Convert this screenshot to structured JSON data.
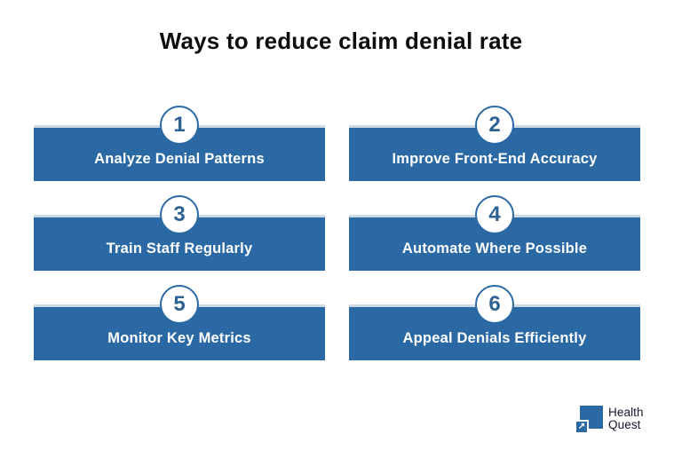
{
  "title": "Ways to reduce claim denial rate",
  "steps": [
    {
      "number": "1",
      "label": "Analyze Denial Patterns"
    },
    {
      "number": "2",
      "label": "Improve Front-End Accuracy"
    },
    {
      "number": "3",
      "label": "Train Staff Regularly"
    },
    {
      "number": "4",
      "label": "Automate Where Possible"
    },
    {
      "number": "5",
      "label": "Monitor Key Metrics"
    },
    {
      "number": "6",
      "label": "Appeal Denials Efficiently"
    }
  ],
  "logo": {
    "name_line1": "Health",
    "name_line2": "Quest",
    "arrow_glyph": "↗"
  },
  "colors": {
    "bar_blue": "#2a69a4",
    "bar_top_line": "#ccd9e6",
    "number_blue": "#2e6293",
    "label_text": "#ffffff",
    "title_text": "#0e0e12",
    "logo_text": "#15152c",
    "background": "#ffffff"
  }
}
